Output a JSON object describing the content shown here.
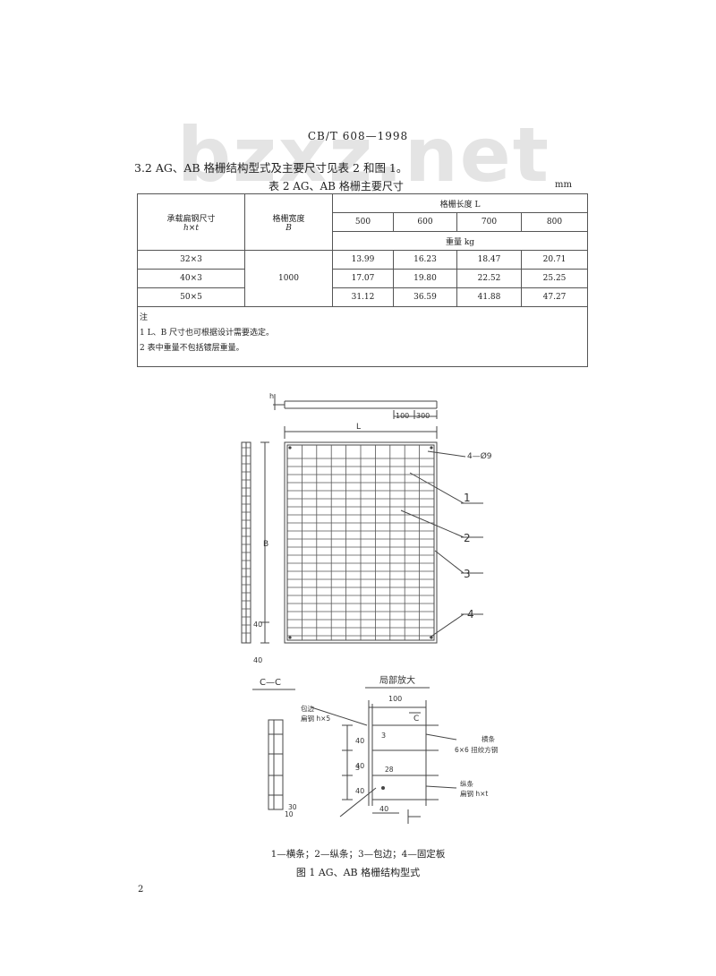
{
  "watermark": "bzxz.net",
  "header": {
    "code": "CB/T  608—1998"
  },
  "section": {
    "text": "3.2   AG、AB 格栅结构型式及主要尺寸见表 2 和图 1。"
  },
  "table": {
    "caption": "表 2   AG、AB 格栅主要尺寸",
    "unit": "mm",
    "col_bearing": "承载扁钢尺寸",
    "col_bearing_sym": "h×t",
    "col_width": "格栅宽度",
    "col_width_sym": "B",
    "col_length": "格栅长度   L",
    "lengths": [
      "500",
      "600",
      "700",
      "800"
    ],
    "weight_label": "重量   kg",
    "width_value": "1000",
    "rows": [
      {
        "size": "32×3",
        "values": [
          "13.99",
          "16.23",
          "18.47",
          "20.71"
        ]
      },
      {
        "size": "40×3",
        "values": [
          "17.07",
          "19.80",
          "22.52",
          "25.25"
        ]
      },
      {
        "size": "50×5",
        "values": [
          "31.12",
          "36.59",
          "41.88",
          "47.27"
        ]
      }
    ],
    "note_title": "注",
    "notes": [
      "1   L、B 尺寸也可根据设计需要选定。",
      "2   表中重量不包括镀层重量。"
    ]
  },
  "figure": {
    "dims": {
      "h": "h",
      "d100": "100",
      "d300": "300",
      "L": "L",
      "holes": "4—Ø9",
      "B": "B",
      "d40": "40",
      "d40b": "40",
      "d30": "30",
      "d10": "10"
    },
    "callouts": [
      "1",
      "2",
      "3",
      "4"
    ],
    "section_label": "C—C",
    "detail_label": "局部放大",
    "detail": {
      "baobian": "包边",
      "bianngang": "扁钢  h×5",
      "d100": "100",
      "C": "C",
      "d3": "3",
      "dn": "3",
      "d40": "40",
      "hengtiao": "横条",
      "rod": "6×6  扭绞方钢",
      "zhitiao": "纵条",
      "bianngang2": "扁钢  h×t",
      "d40b": "40",
      "d40c": "40",
      "d40d": "40",
      "b28": "28"
    },
    "legend": "1—横条；2—纵条；3—包边；4—固定板",
    "title": "图 1   AG、AB 格栅结构型式"
  },
  "page_number": "2"
}
